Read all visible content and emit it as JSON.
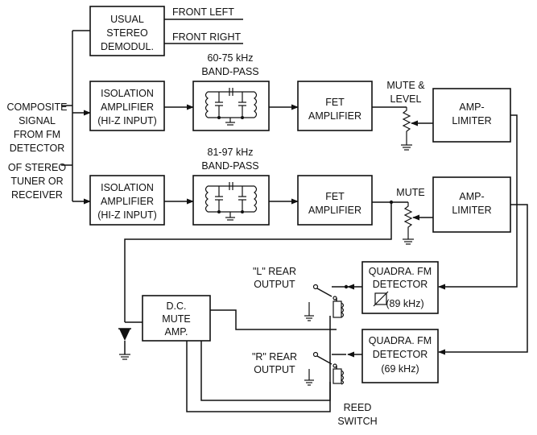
{
  "input_label": [
    "COMPOSITE",
    "SIGNAL",
    "FROM FM",
    "DETECTOR",
    "OF STEREO",
    "TUNER OR",
    "RECEIVER"
  ],
  "usual_demod": {
    "lines": [
      "USUAL",
      "STEREO",
      "DEMODUL."
    ],
    "out_left": "FRONT LEFT",
    "out_right": "FRONT RIGHT"
  },
  "channel_a": {
    "isolation": [
      "ISOLATION",
      "AMPLIFIER",
      "(HI-Z INPUT)"
    ],
    "bandpass": [
      "60-75 kHz",
      "BAND-PASS"
    ],
    "fet": [
      "FET",
      "AMPLIFIER"
    ],
    "control": [
      "MUTE &",
      "LEVEL"
    ],
    "limiter": [
      "AMP-",
      "LIMITER"
    ]
  },
  "channel_b": {
    "isolation": [
      "ISOLATION",
      "AMPLIFIER",
      "(HI-Z INPUT)"
    ],
    "bandpass": [
      "81-97 kHz",
      "BAND-PASS"
    ],
    "fet": [
      "FET",
      "AMPLIFIER"
    ],
    "control": [
      "MUTE"
    ],
    "limiter": [
      "AMP-",
      "LIMITER"
    ]
  },
  "dc_mute": [
    "D.C.",
    "MUTE",
    "AMP."
  ],
  "detector_l": [
    "QUADRA. FM",
    "DETECTOR",
    "(89 kHz)"
  ],
  "detector_r": [
    "QUADRA. FM",
    "DETECTOR",
    "(69 kHz)"
  ],
  "output_l": [
    "\"L\" REAR",
    "OUTPUT"
  ],
  "output_r": [
    "\"R\" REAR",
    "OUTPUT"
  ],
  "reed_switch": [
    "REED",
    "SWITCH"
  ]
}
